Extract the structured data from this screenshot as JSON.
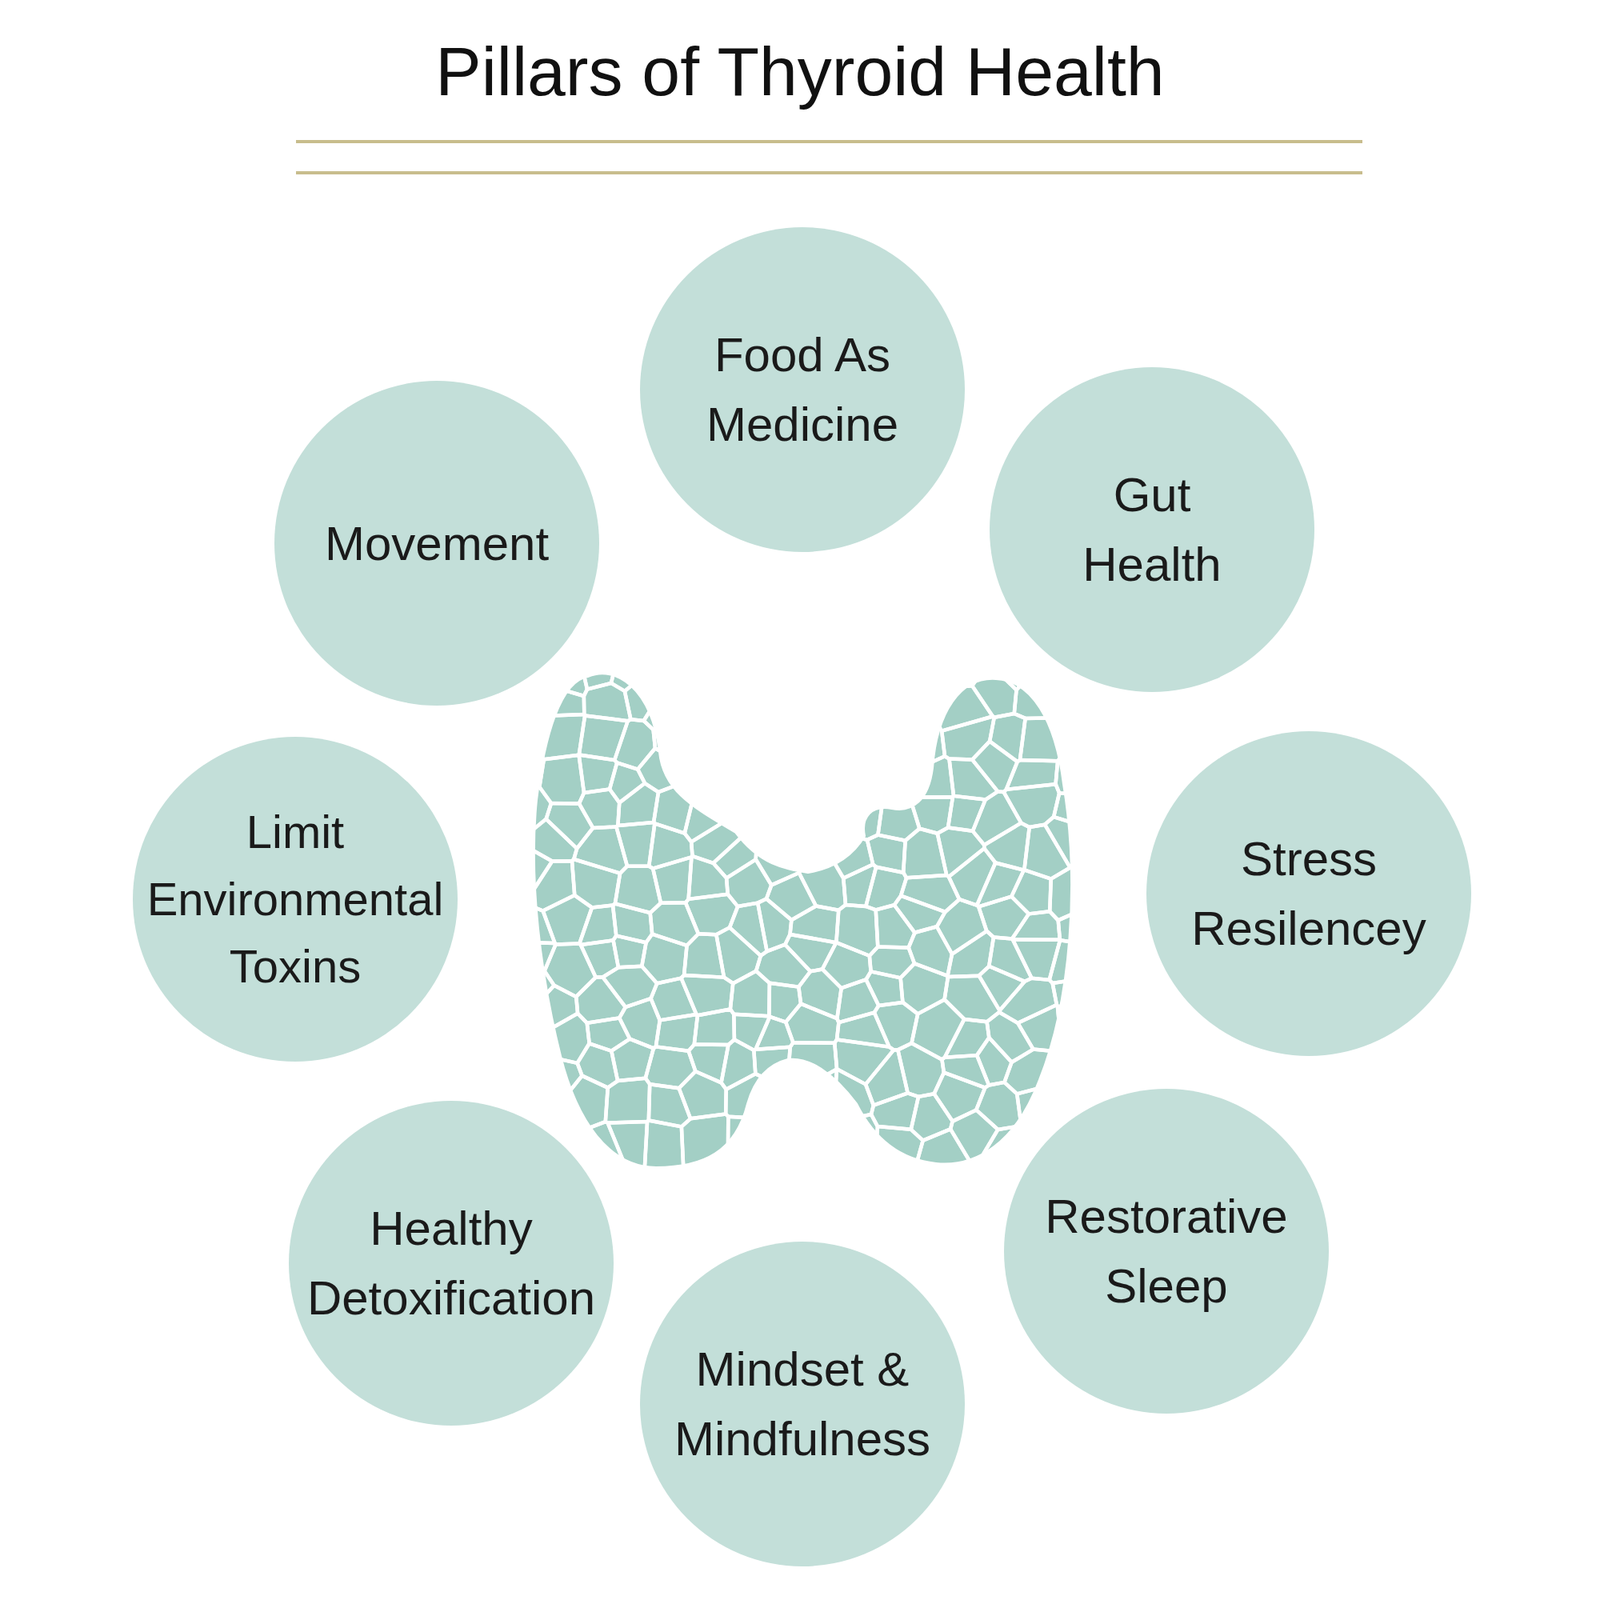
{
  "diagram": {
    "title": "Pillars of Thyroid Health",
    "nodes": [
      {
        "text": [
          "Food As Medicine"
        ]
      },
      {
        "text": [
          "Gut Health"
        ]
      },
      {
        "text": [
          "Stress Resilencey"
        ]
      },
      {
        "text": [
          "Restorative Sleep"
        ]
      },
      {
        "text": [
          "Mindset & Mindfulness"
        ]
      },
      {
        "text": [
          "Healthy Detoxification"
        ]
      },
      {
        "text": [
          "Limit Environmental Toxins"
        ]
      },
      {
        "text": [
          "Movement"
        ]
      }
    ]
  }
}
